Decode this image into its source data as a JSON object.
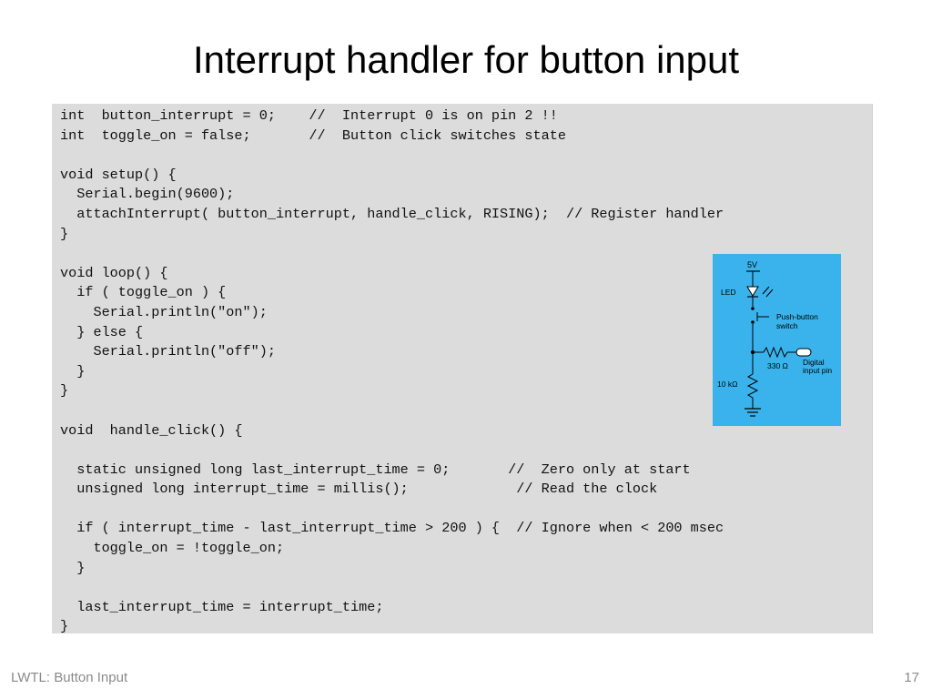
{
  "title": "Interrupt handler for button input",
  "code_lines": [
    "int  button_interrupt = 0;    //  Interrupt 0 is on pin 2 !!",
    "int  toggle_on = false;       //  Button click switches state",
    "",
    "void setup() {",
    "  Serial.begin(9600);",
    "  attachInterrupt( button_interrupt, handle_click, RISING);  // Register handler",
    "}",
    "",
    "void loop() {",
    "  if ( toggle_on ) {",
    "    Serial.println(\"on\");",
    "  } else {",
    "    Serial.println(\"off\");",
    "  }",
    "}",
    "",
    "void  handle_click() {",
    "",
    "  static unsigned long last_interrupt_time = 0;       //  Zero only at start",
    "  unsigned long interrupt_time = millis();             // Read the clock",
    "",
    "  if ( interrupt_time - last_interrupt_time > 200 ) {  // Ignore when < 200 msec",
    "    toggle_on = !toggle_on;",
    "  }",
    "",
    "  last_interrupt_time = interrupt_time;",
    "}"
  ],
  "circuit": {
    "supply_label": "5V",
    "led_label": "LED",
    "switch_label_1": "Push-button",
    "switch_label_2": "switch",
    "resistor_label": "330 Ω",
    "pin_label_1": "Digital",
    "pin_label_2": "input pin",
    "pulldown_label": "10 kΩ",
    "background_color": "#3ab3ec"
  },
  "footer": {
    "left": "LWTL: Button Input",
    "page_number": "17"
  }
}
